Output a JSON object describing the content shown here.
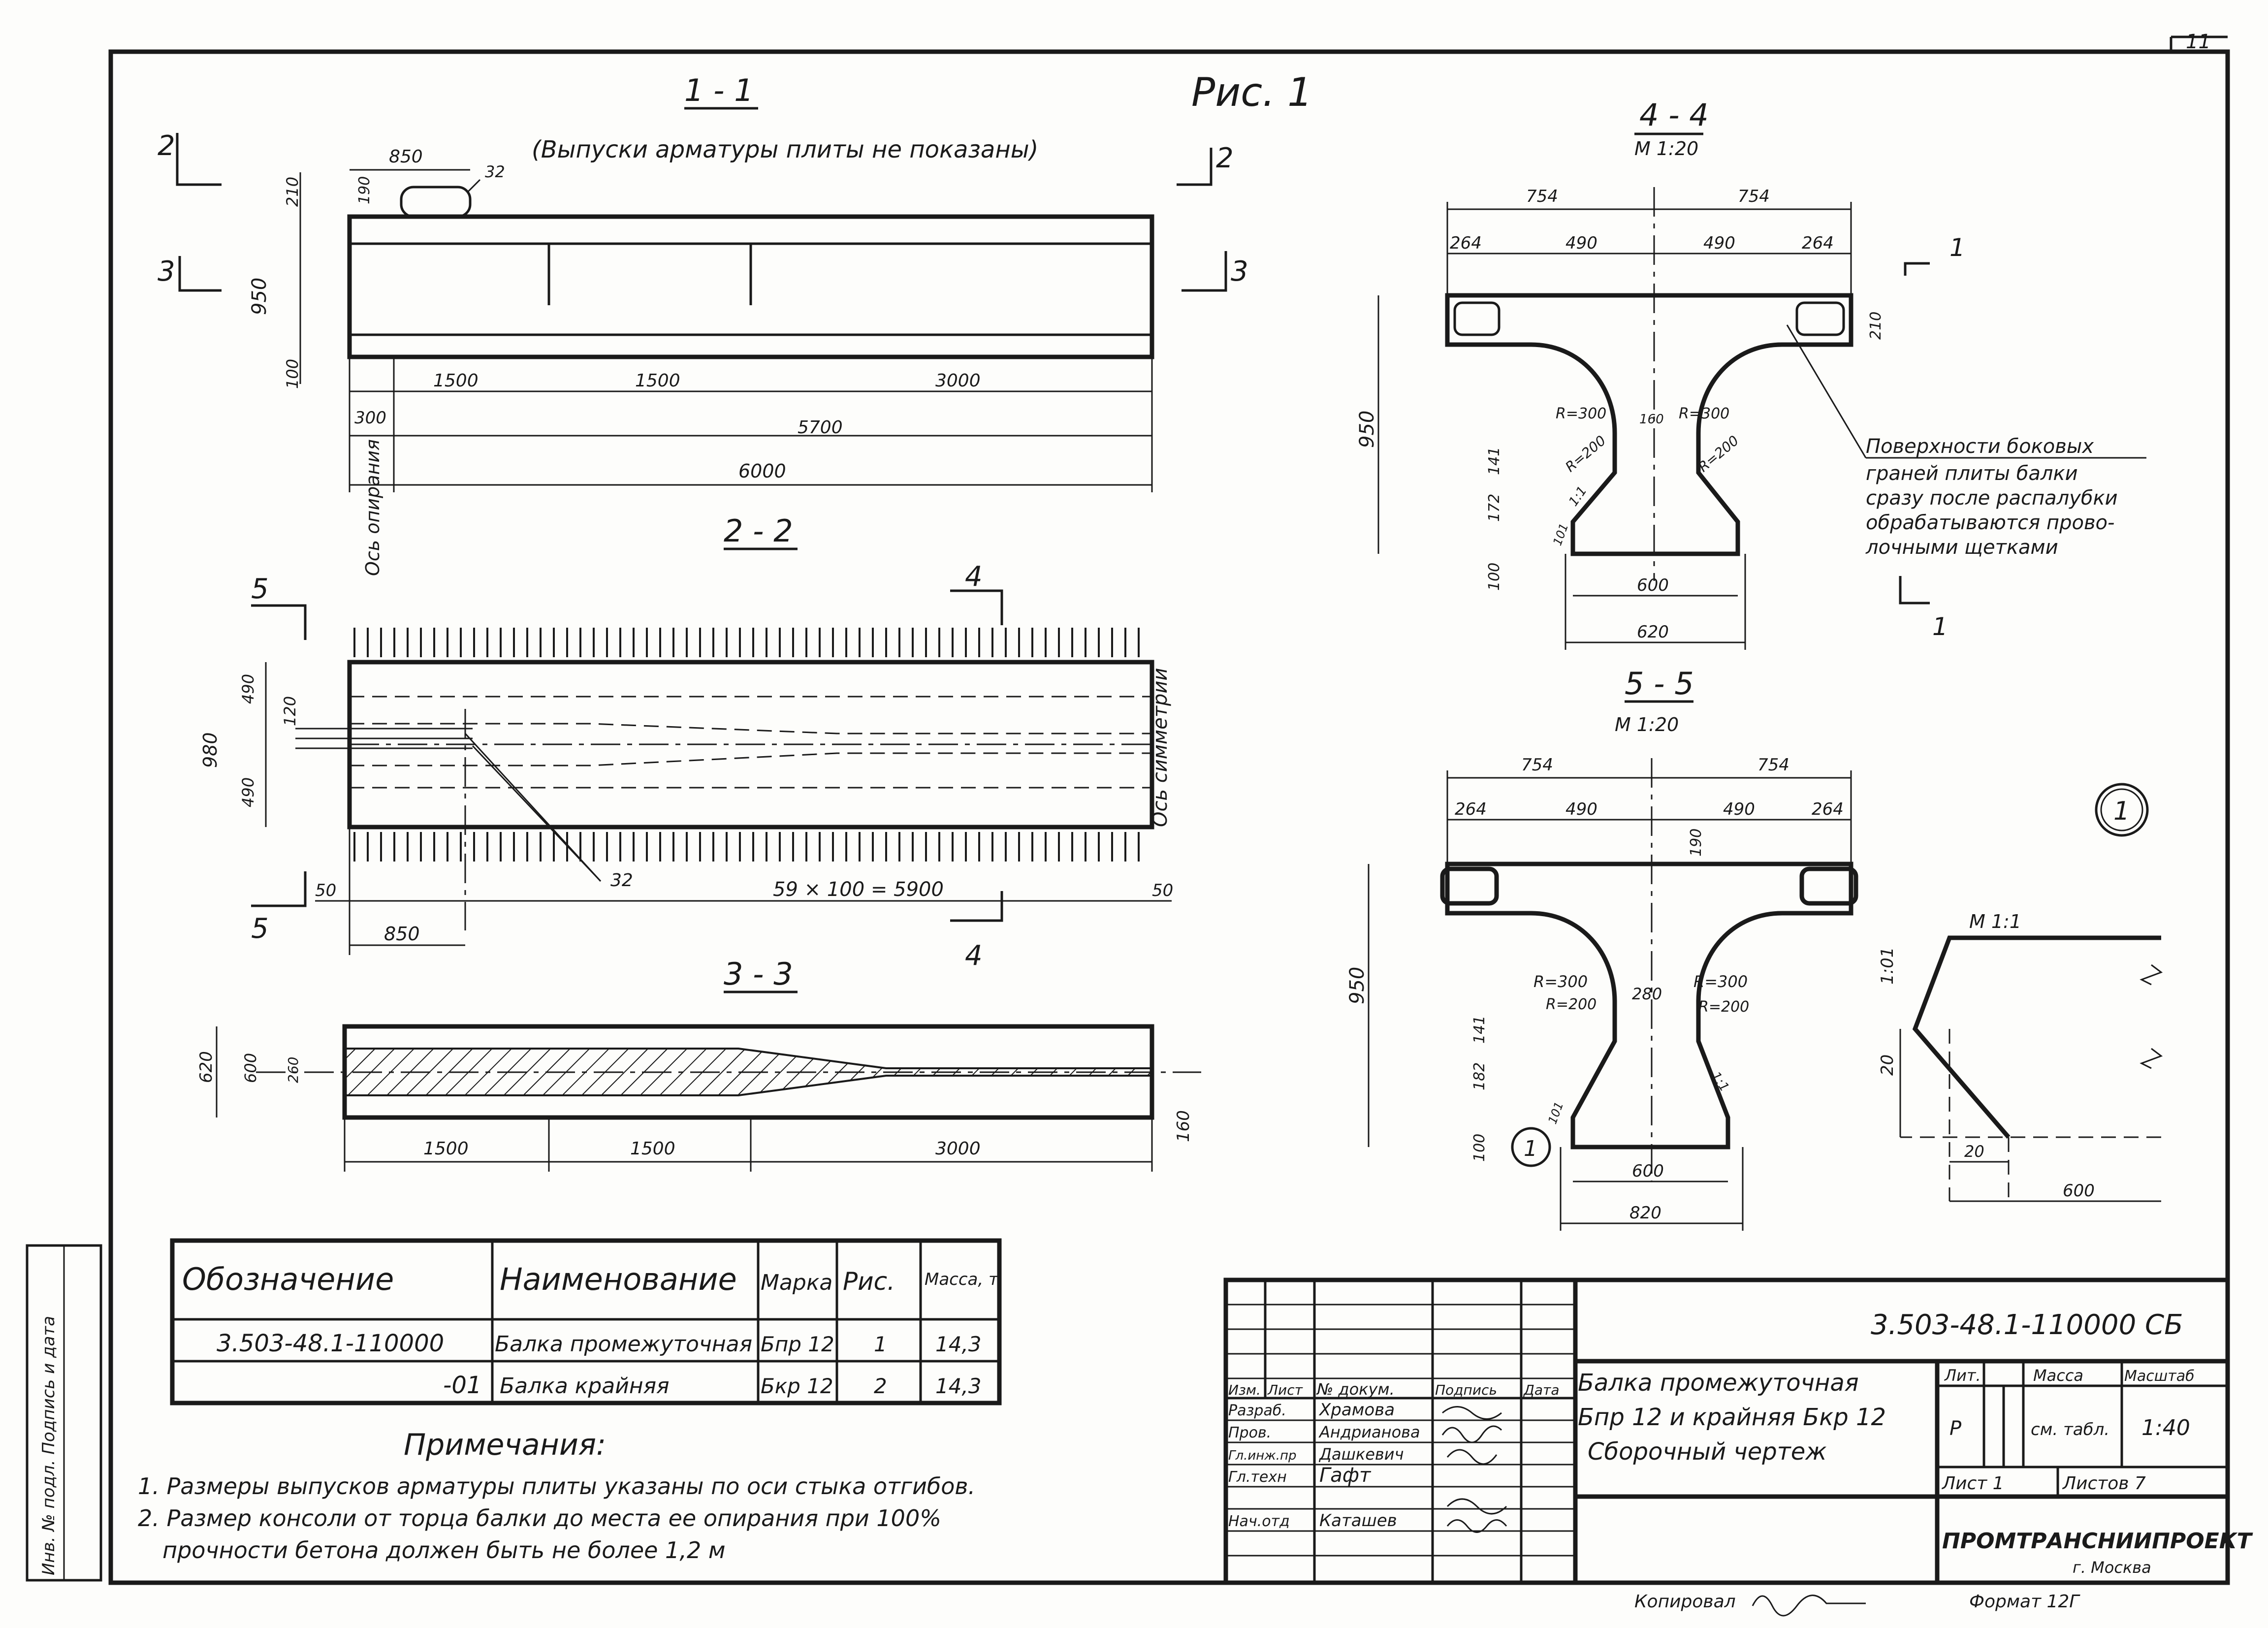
{
  "sheet": {
    "number": "11"
  },
  "figure_title": "Рис. 1",
  "sec11": {
    "title": "1 - 1",
    "note": "(Выпуски арматуры плиты не показаны)",
    "dims": {
      "d850": "850",
      "d32": "32",
      "d190": "190",
      "d210": "210",
      "d950": "950",
      "d100": "100",
      "d1500a": "1500",
      "d1500b": "1500",
      "d3000": "3000",
      "d300": "300",
      "d5700": "5700",
      "d6000": "6000"
    },
    "axis_label": "Ось опирания",
    "marks": {
      "m2": "2",
      "m3": "3"
    }
  },
  "sec22": {
    "title": "2 - 2",
    "dims": {
      "d490a": "490",
      "d490b": "490",
      "d980": "980",
      "d120": "120",
      "d32": "32",
      "d50a": "50",
      "d50b": "50",
      "d850": "850",
      "spacing": "59 × 100 = 5900"
    },
    "axis_label": "Ось симметрии",
    "marks": {
      "m5": "5",
      "m4": "4"
    }
  },
  "sec33": {
    "title": "3 - 3",
    "dims": {
      "d620": "620",
      "d600": "600",
      "d260": "260",
      "d1500a": "1500",
      "d1500b": "1500",
      "d3000": "3000",
      "d160": "160"
    }
  },
  "sec44": {
    "title": "4 - 4",
    "scale": "М 1:20",
    "dims": {
      "d754a": "754",
      "d754b": "754",
      "d264a": "264",
      "d490a": "490",
      "d490b": "490",
      "d264b": "264",
      "d210": "210",
      "d950": "950",
      "r300a": "R=300",
      "r300b": "R=300",
      "d160": "160",
      "r200a": "R=200",
      "r200b": "R=200",
      "d141": "141",
      "d172": "172",
      "d11": "1:1",
      "d100": "100",
      "d101": "101",
      "d600": "600",
      "d620": "620"
    },
    "mark1": "1",
    "note": [
      "Поверхности боковых",
      "граней плиты балки",
      "сразу после распалубки",
      "обрабатываются прово-",
      "лочными щетками"
    ]
  },
  "sec55": {
    "title": "5 - 5",
    "scale": "М 1:20",
    "dims": {
      "d754a": "754",
      "d754b": "754",
      "d264a": "264",
      "d490a": "490",
      "d490b": "490",
      "d264b": "264",
      "d190": "190",
      "d950": "950",
      "r300a": "R=300",
      "r300b": "R=300",
      "r200a": "R=200",
      "r200b": "R=200",
      "d280": "280",
      "d141": "141",
      "d182": "182",
      "d11": "1:1",
      "d100": "100",
      "d101": "101",
      "d600": "600",
      "d820": "820"
    },
    "callout": "1"
  },
  "detail1": {
    "callout": "1",
    "scale": "М 1:1",
    "d101": "1:01",
    "d20a": "20",
    "d20b": "20",
    "d600": "600"
  },
  "spec_table": {
    "headers": [
      "Обозначение",
      "Наименование",
      "Марка",
      "Рис.",
      "Масса, т"
    ],
    "rows": [
      [
        "3.503-48.1-110000",
        "Балка промежуточная",
        "Бпр 12",
        "1",
        "14,3"
      ],
      [
        "-01",
        "Балка крайняя",
        "Бкр 12",
        "2",
        "14,3"
      ]
    ]
  },
  "notes": {
    "title": "Примечания:",
    "items": [
      "1. Размеры выпусков арматуры плиты указаны по оси стыка отгибов.",
      "2. Размер консоли от торца балки до места ее опирания при 100%",
      "прочности бетона должен быть не более 1,2 м"
    ]
  },
  "title_block": {
    "code": "3.503-48.1-110000 СБ",
    "rev_headers": [
      "Изм.",
      "Лист",
      "№ докум.",
      "Подпись",
      "Дата"
    ],
    "staff": [
      [
        "Разраб.",
        "Храмова"
      ],
      [
        "Пров.",
        "Андрианова"
      ],
      [
        "Гл.инж.пр",
        "Дашкевич"
      ],
      [
        "Гл.техн",
        "Гафт"
      ],
      [
        "Нач.отд",
        "Каташев"
      ]
    ],
    "name_lines": [
      "Балка промежуточная",
      "Бпр 12 и крайняя Бкр 12",
      "Сборочный чертеж"
    ],
    "lit_header": "Лит.",
    "mass_header": "Масса",
    "scale_header": "Масштаб",
    "lit": "Р",
    "mass": "см. табл.",
    "scale": "1:40",
    "sheet": "Лист 1",
    "sheets": "Листов 7",
    "org": "ПРОМТРАНСНИИПРОЕКТ",
    "city": "г. Москва"
  },
  "side_stamp": "Инв. № подл. Подпись и дата",
  "footer": {
    "copied": "Копировал",
    "format": "Формат 12Г"
  }
}
